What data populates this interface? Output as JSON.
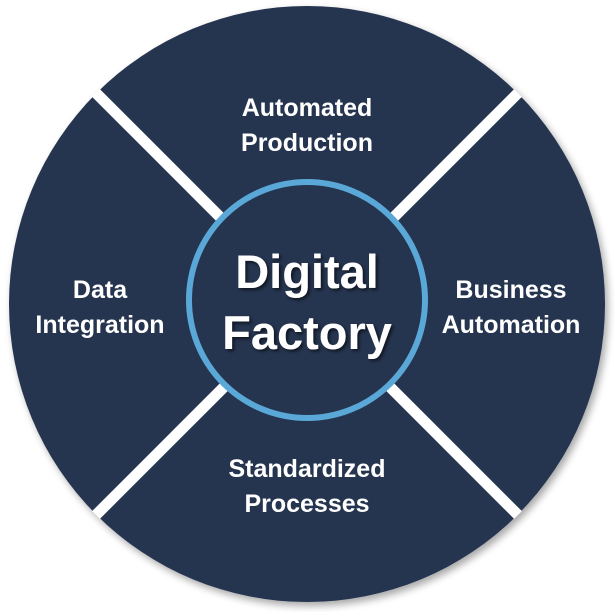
{
  "diagram": {
    "center": {
      "line1": "Digital",
      "line2": "Factory"
    },
    "segments": {
      "top": {
        "line1": "Automated",
        "line2": "Production"
      },
      "right": {
        "line1": "Business",
        "line2": "Automation"
      },
      "bottom": {
        "line1": "Standardized",
        "line2": "Processes"
      },
      "left": {
        "line1": "Data",
        "line2": "Integration"
      }
    },
    "colors": {
      "segment_fill": "#25344f",
      "separator": "#ffffff",
      "center_ring": "#5aa8d8",
      "text": "#ffffff"
    }
  }
}
